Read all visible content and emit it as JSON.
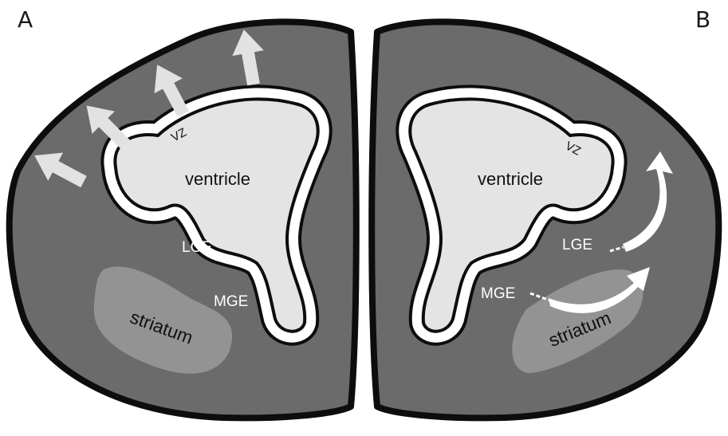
{
  "panels": {
    "a": {
      "letter": "A",
      "labels": {
        "vz": "VZ",
        "ventricle": "ventricle",
        "lge": "LGE",
        "mge": "MGE",
        "striatum": "striatum"
      }
    },
    "b": {
      "letter": "B",
      "labels": {
        "vz": "VZ",
        "ventricle": "ventricle",
        "lge": "LGE",
        "mge": "MGE",
        "striatum": "striatum"
      }
    }
  },
  "colors": {
    "tissue": "#6b6b6b",
    "outline": "#0d0d0d",
    "ventricle": "#e4e4e4",
    "vz_band": "#ffffff",
    "striatum": "#939393",
    "radial_arrows": "#e2e2e2",
    "tangential_arrows": "#ffffff"
  },
  "icons": {
    "radial_migration": "straight-arrow-icon",
    "tangential_migration": "curved-arrow-icon"
  }
}
